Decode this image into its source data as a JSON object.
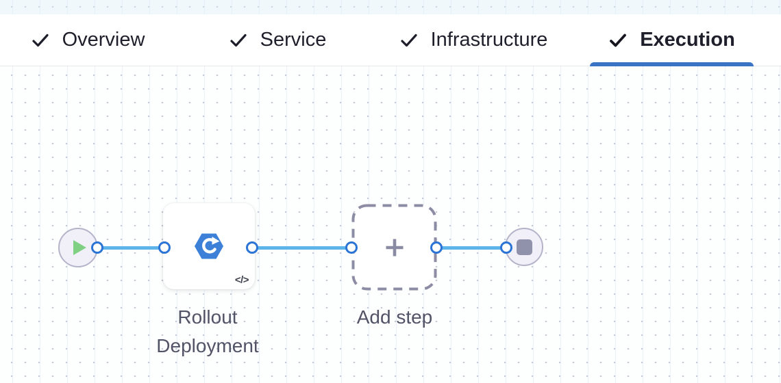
{
  "tab_bar": {
    "tabs": [
      {
        "label": "Overview",
        "status": "completed",
        "active": false
      },
      {
        "label": "Service",
        "status": "completed",
        "active": false
      },
      {
        "label": "Infrastructure",
        "status": "completed",
        "active": false
      },
      {
        "label": "Execution",
        "status": "completed",
        "active": true
      }
    ]
  },
  "canvas": {
    "nodes": [
      {
        "type": "start",
        "icon": "play-icon"
      },
      {
        "type": "step",
        "name": "Rollout Deployment",
        "icon": "k8s-rollout-icon",
        "badge": "</>"
      },
      {
        "type": "add-step",
        "label": "Add step",
        "icon": "plus-icon"
      },
      {
        "type": "end",
        "icon": "stop-icon"
      }
    ],
    "edge_count": 3
  },
  "colors": {
    "active_tab_underline": "#3b73c4",
    "tab_text": "#1e1f2b",
    "edge_blue": "#5db4ea",
    "port_border_blue": "#2b74d6",
    "step_icon_blue": "#3d80d8",
    "play_green": "#7fd083",
    "node_fill": "#f1f0f8",
    "node_border": "#b5b3c9",
    "label_text": "#515366"
  }
}
